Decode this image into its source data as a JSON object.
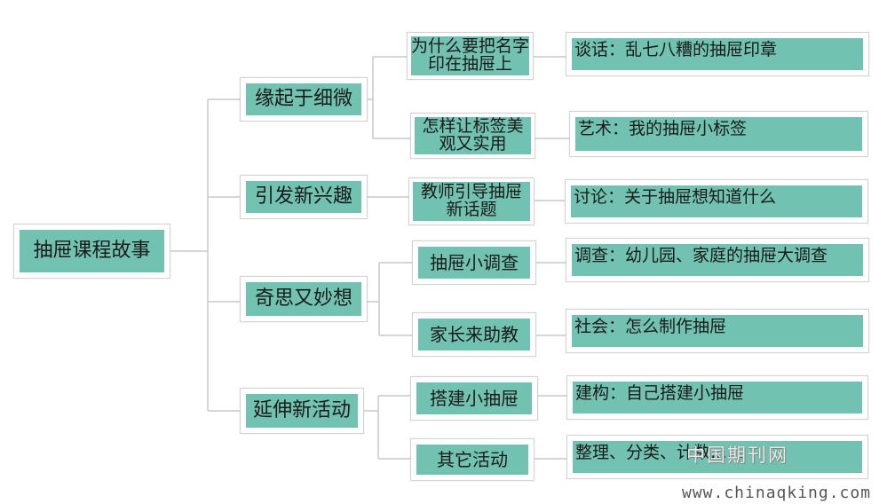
{
  "root": "抽屉课程故事",
  "branches": [
    {
      "label": "缘起于细微",
      "children": [
        {
          "label": "为什么要把名字印在抽屉上",
          "leaf": "谈话：乱七八糟的抽屉印章"
        },
        {
          "label": "怎样让标签美观又实用",
          "leaf": "艺术：我的抽屉小标签"
        }
      ]
    },
    {
      "label": "引发新兴趣",
      "children": [
        {
          "label": "教师引导抽屉新话题",
          "leaf": "讨论：关于抽屉想知道什么"
        }
      ]
    },
    {
      "label": "奇思又妙想",
      "children": [
        {
          "label": "抽屉小调查",
          "leaf": "调查：幼儿园、家庭的抽屉大调查"
        },
        {
          "label": "家长来助教",
          "leaf": "社会：怎么制作抽屉"
        }
      ]
    },
    {
      "label": "延伸新活动",
      "children": [
        {
          "label": "搭建小抽屉",
          "leaf": "建构：自己搭建小抽屉"
        },
        {
          "label": "其它活动",
          "leaf": "整理、分类、计数……"
        }
      ]
    }
  ],
  "watermark": {
    "cn": "中国期刊网",
    "url": "www.chinaqking.com"
  },
  "colors": {
    "node_fill": "#72c2b1",
    "node_border": "#d2d2d2",
    "line": "#c8c8c8"
  }
}
